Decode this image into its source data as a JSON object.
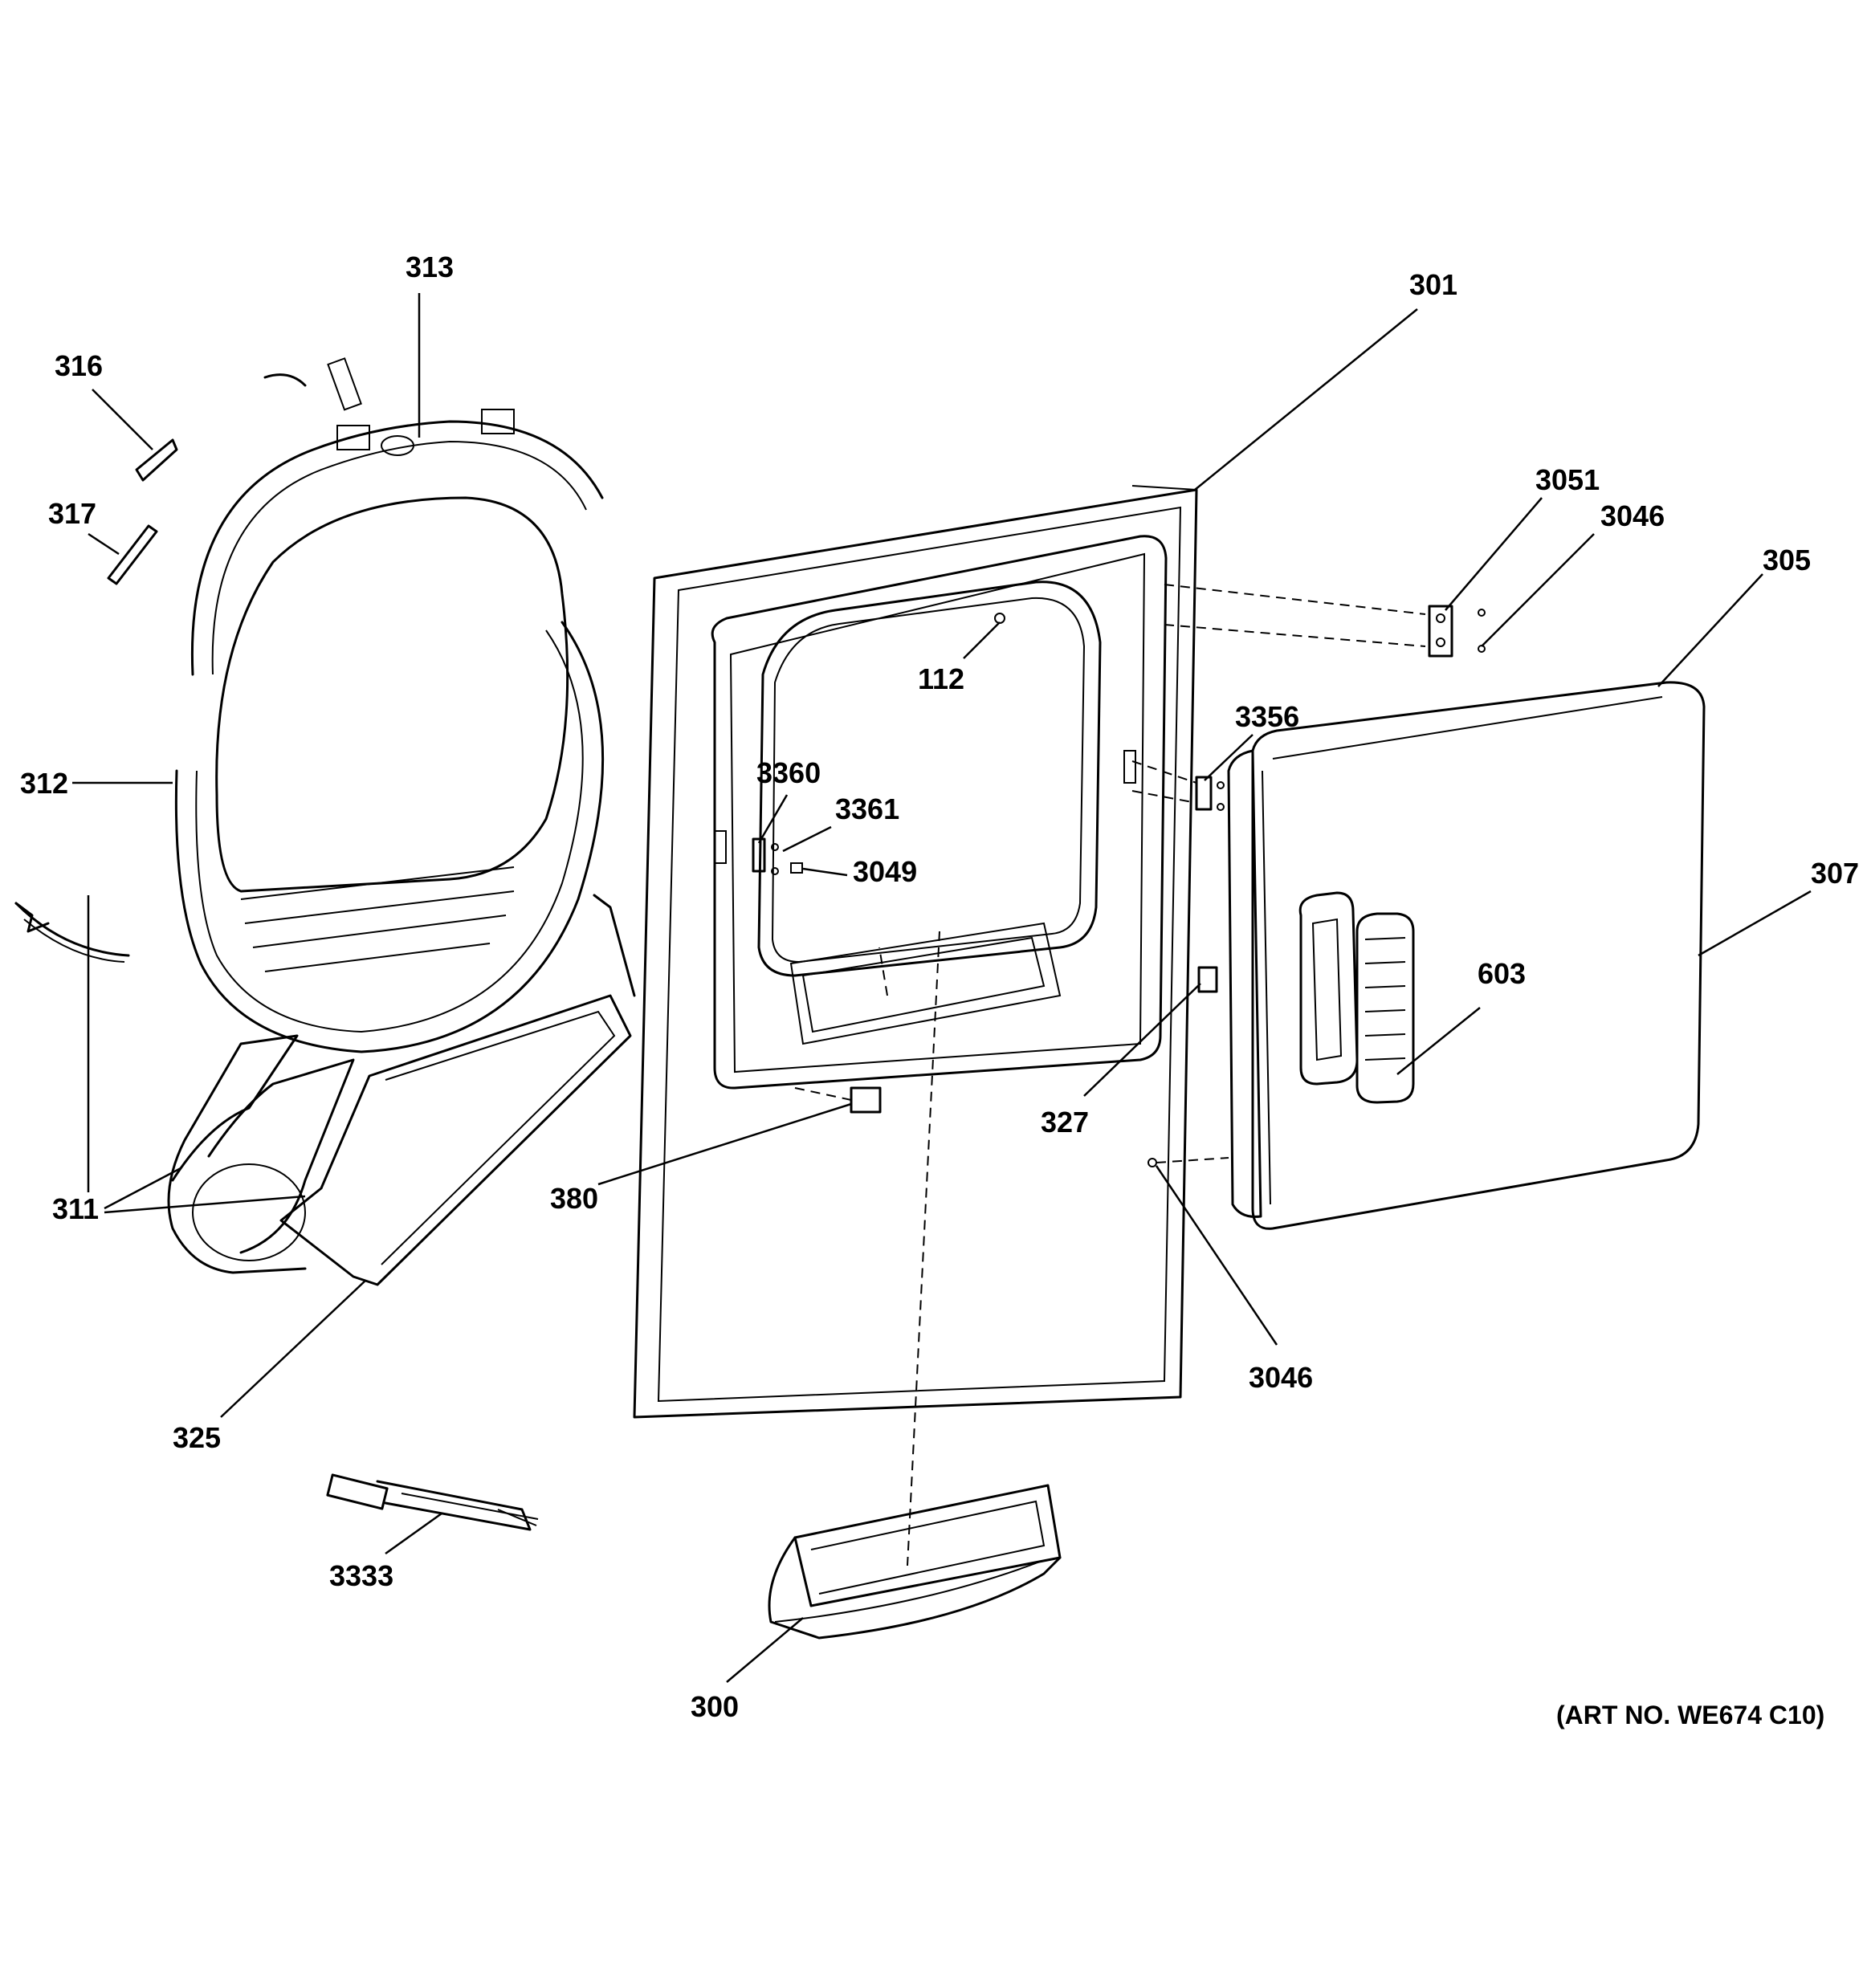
{
  "labels": {
    "p313": "313",
    "p301": "301",
    "p316": "316",
    "p317": "317",
    "p3051": "3051",
    "p3046a": "3046",
    "p305": "305",
    "p112": "112",
    "p3356": "3356",
    "p3360": "3360",
    "p3361": "3361",
    "p3049": "3049",
    "p312": "312",
    "p307": "307",
    "p603": "603",
    "p327": "327",
    "p311": "311",
    "p380": "380",
    "p3046b": "3046",
    "p325": "325",
    "p3333": "3333",
    "p300": "300"
  },
  "art_number": "(ART NO. WE674 C10)"
}
